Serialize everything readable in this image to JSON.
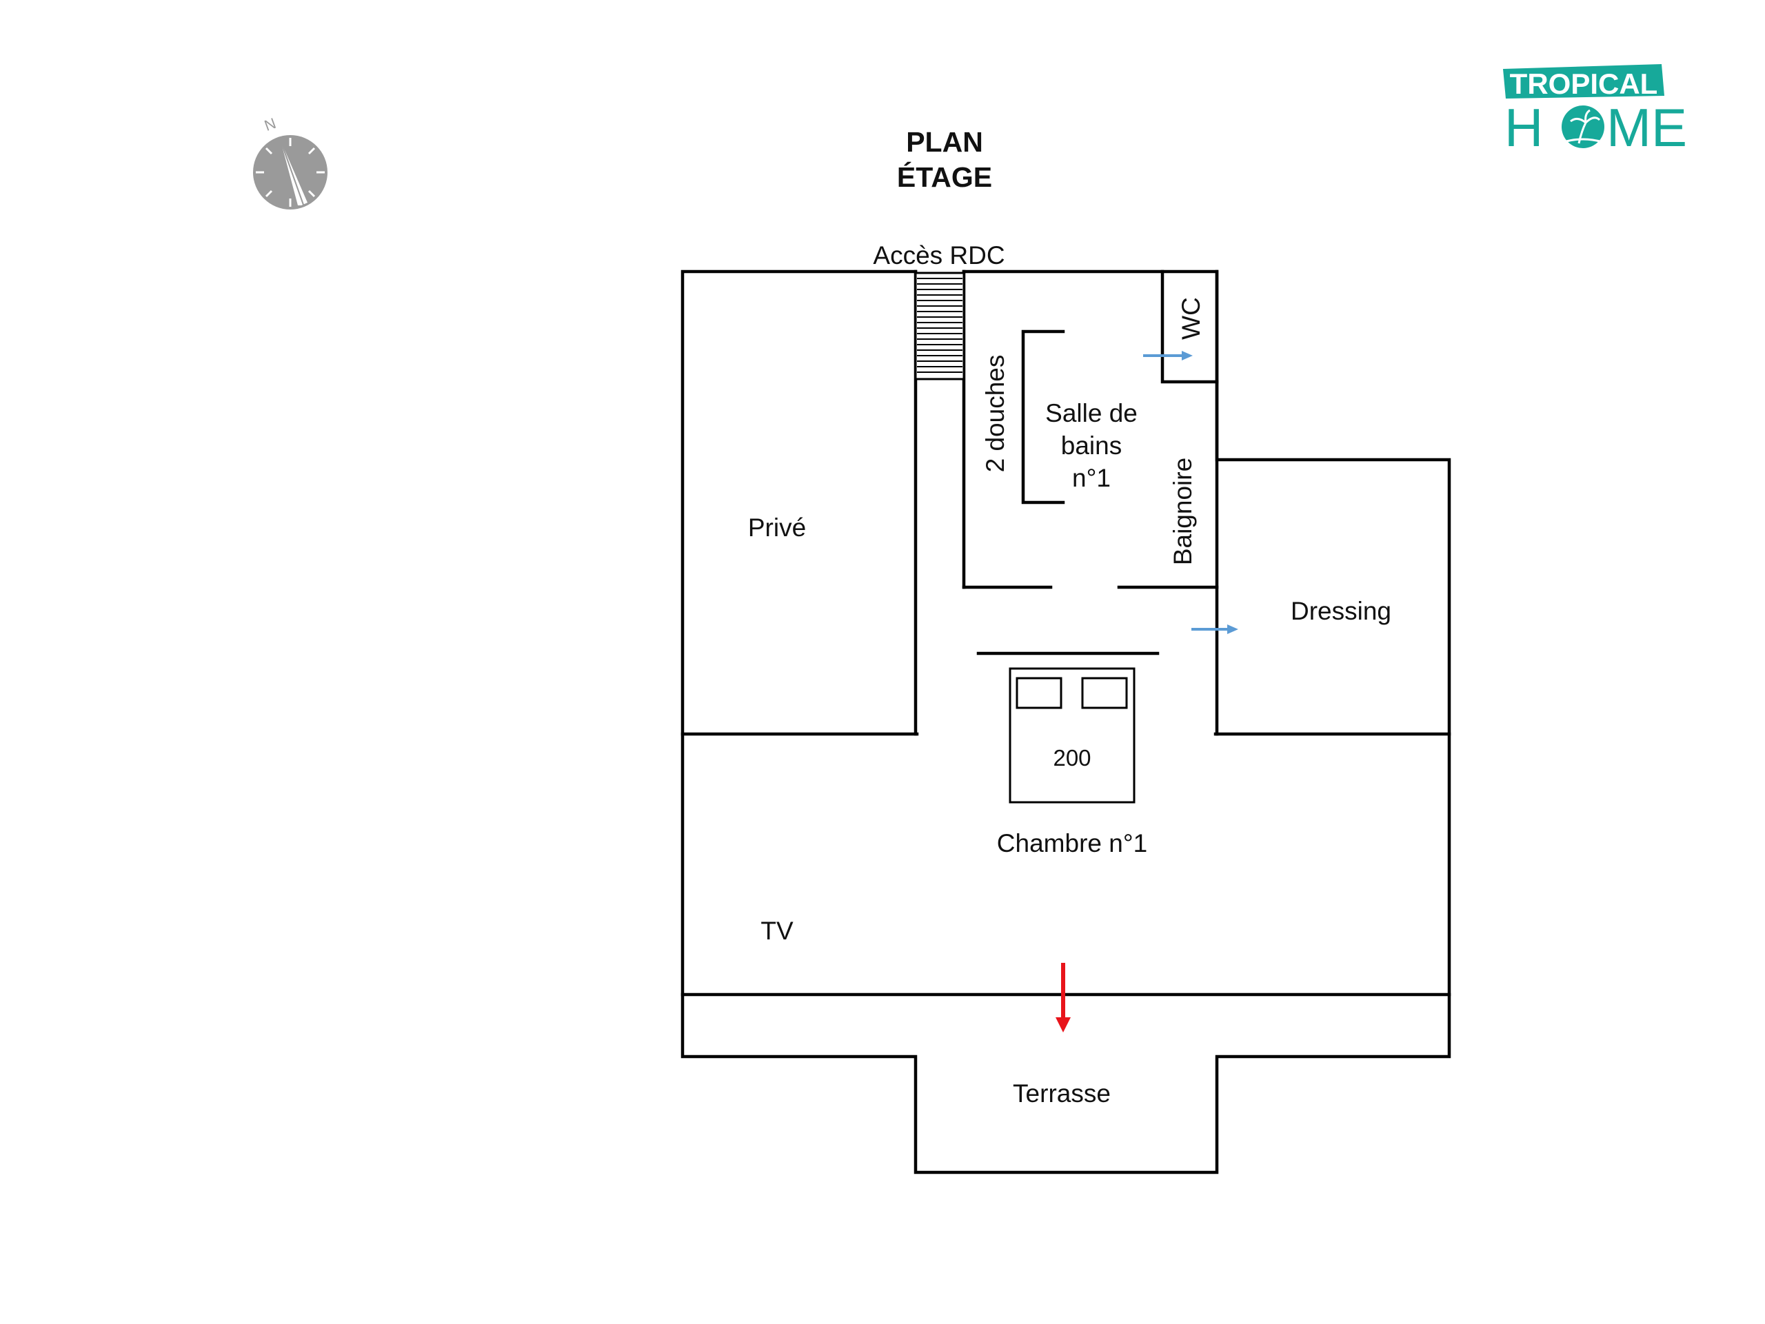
{
  "title": {
    "line1": "PLAN",
    "line2": "ÉTAGE"
  },
  "logo": {
    "word1": "TROPICAL",
    "word2_left": "H",
    "word2_right": "ME",
    "icon": "palm-tree-icon",
    "brand_color": "#17a99a"
  },
  "compass": {
    "letter": "N",
    "icon": "compass-icon",
    "color": "#9a9a9a"
  },
  "plan": {
    "access": "Accès RDC",
    "private": "Privé",
    "showers": "2 douches",
    "bathroom_line1": "Salle de",
    "bathroom_line2": "bains",
    "bathroom_line3": "n°1",
    "wc": "WC",
    "bathtub": "Baignoire",
    "dressing": "Dressing",
    "bed_size": "200",
    "bedroom": "Chambre n°1",
    "tv": "TV",
    "terrace": "Terrasse"
  },
  "colors": {
    "wall": "#000000",
    "door_arrow": "#5b9bd5",
    "exit_arrow": "#e8141b"
  }
}
